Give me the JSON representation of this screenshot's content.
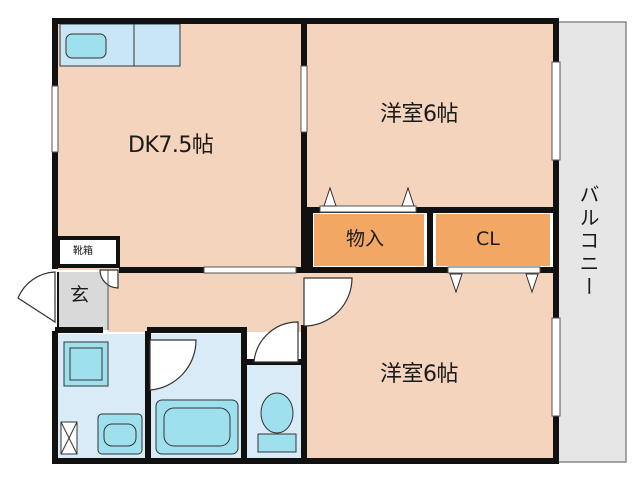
{
  "rooms": {
    "dk": "DK7.5帖",
    "western_top": "洋室6帖",
    "western_bottom": "洋室6帖",
    "storage": "物入",
    "closet": "CL",
    "shoe_box": "靴箱",
    "entrance": "玄",
    "balcony": "バルコニー"
  },
  "colors": {
    "room_floor": "#f5d4bd",
    "storage_floor": "#f2a765",
    "wet_area": "#d8ebf7",
    "fixture": "#9fe0ee",
    "entrance_floor": "#d9d9d9",
    "balcony": "#e6e6e6",
    "wall": "#111111"
  }
}
